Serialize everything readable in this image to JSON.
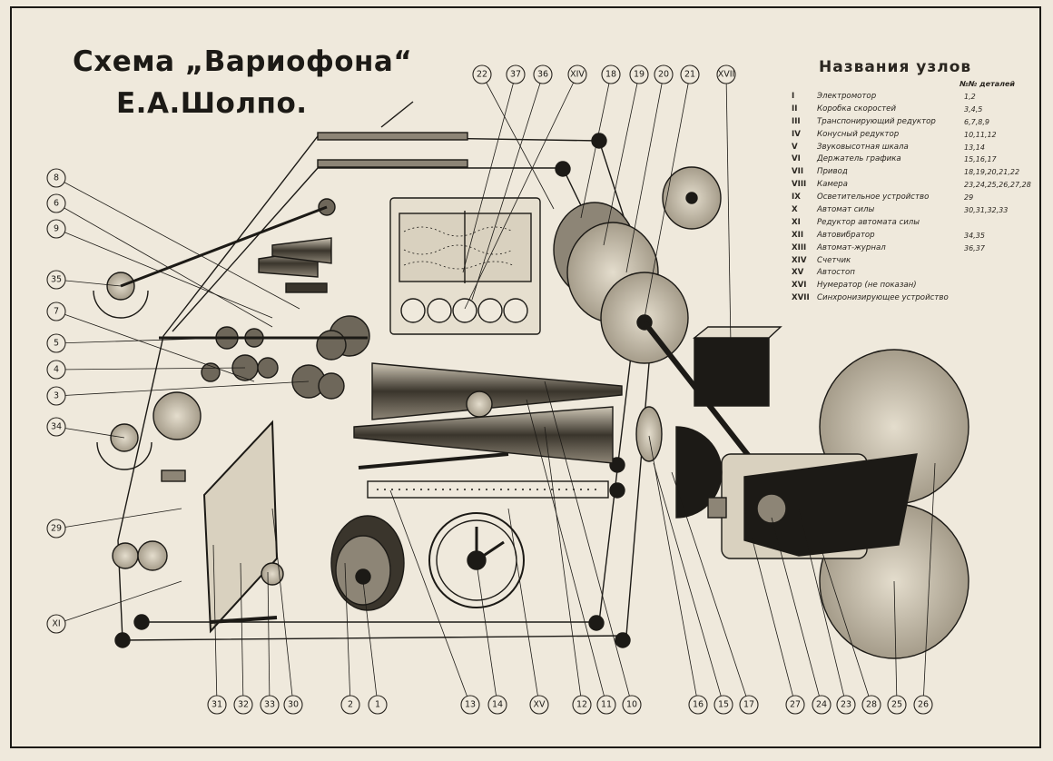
{
  "title": {
    "line1": "Схема „Вариофона“",
    "line2": "Е.А.Шолпо."
  },
  "legend": {
    "heading": "Названия узлов",
    "parts_header": "№№ деталей",
    "rows": [
      {
        "num": "I",
        "name": "Электромотор",
        "parts": "1,2"
      },
      {
        "num": "II",
        "name": "Коробка скоростей",
        "parts": "3,4,5"
      },
      {
        "num": "III",
        "name": "Транспонирующий редуктор",
        "parts": "6,7,8,9"
      },
      {
        "num": "IV",
        "name": "Конусный редуктор",
        "parts": "10,11,12"
      },
      {
        "num": "V",
        "name": "Звуковысотная шкала",
        "parts": "13,14"
      },
      {
        "num": "VI",
        "name": "Держатель графика",
        "parts": "15,16,17"
      },
      {
        "num": "VII",
        "name": "Привод",
        "parts": "18,19,20,21,22"
      },
      {
        "num": "VIII",
        "name": "Камера",
        "parts": "23,24,25,26,27,28"
      },
      {
        "num": "IX",
        "name": "Осветительное устройство",
        "parts": "29"
      },
      {
        "num": "X",
        "name": "Автомат силы",
        "parts": "30,31,32,33"
      },
      {
        "num": "XI",
        "name": "Редуктор автомата силы",
        "parts": ""
      },
      {
        "num": "XII",
        "name": "Автовибратор",
        "parts": "34,35"
      },
      {
        "num": "XIII",
        "name": "Автомат-журнал",
        "parts": "36,37"
      },
      {
        "num": "XIV",
        "name": "Счетчик",
        "parts": ""
      },
      {
        "num": "XV",
        "name": "Автостоп",
        "parts": ""
      },
      {
        "num": "XVI",
        "name": "Нумератор       (не показан)",
        "parts": ""
      },
      {
        "num": "XVII",
        "name": "Синхронизирующее устройство",
        "parts": ""
      }
    ]
  },
  "callouts": {
    "top": [
      "22",
      "37",
      "36",
      "XIV",
      "18",
      "19",
      "20",
      "21",
      "XVII"
    ],
    "left": [
      "8",
      "6",
      "9",
      "35",
      "7",
      "5",
      "4",
      "3",
      "34",
      "29",
      "XI"
    ],
    "bottom": [
      "31",
      "32",
      "33",
      "30",
      "2",
      "1",
      "13",
      "14",
      "XV",
      "12",
      "11",
      "10",
      "16",
      "15",
      "17",
      "27",
      "24",
      "23",
      "28",
      "25",
      "26"
    ]
  },
  "colors": {
    "paper": "#efe9dc",
    "ink": "#1c1a16"
  }
}
